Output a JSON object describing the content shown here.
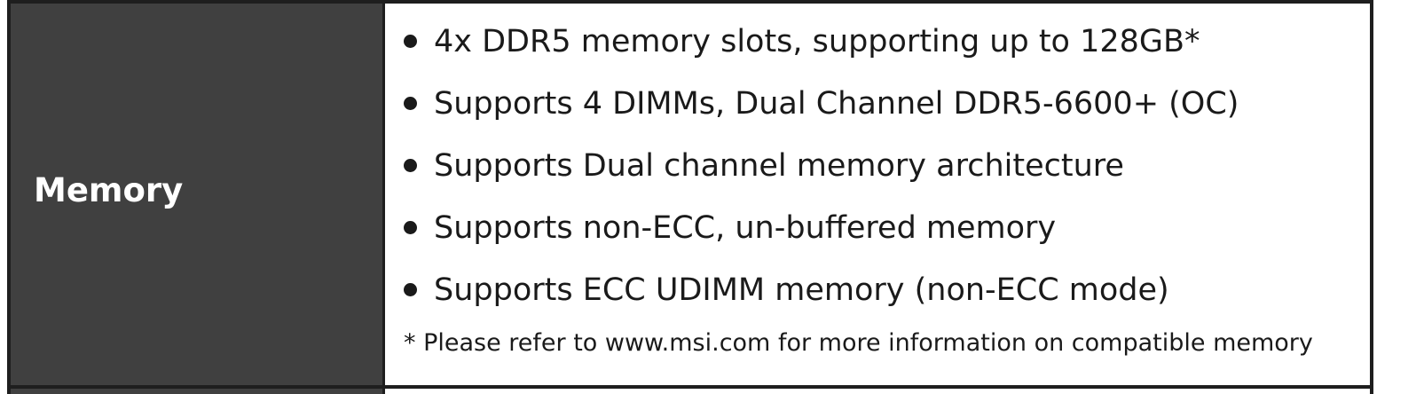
{
  "spec_row": {
    "label": "Memory",
    "items": [
      "4x DDR5 memory slots, supporting up to 128GB*",
      "Supports 4 DIMMs, Dual Channel DDR5-6600+ (OC)",
      "Supports Dual channel memory architecture",
      "Supports non-ECC, un-buffered memory",
      "Supports ECC UDIMM memory (non-ECC mode)"
    ],
    "footnote": "* Please refer to www.msi.com for more information on compatible memory"
  },
  "colors": {
    "label_background": "#404040",
    "label_text": "#ffffff",
    "border": "#1e1e1e",
    "body_text": "#1a1a1a"
  }
}
